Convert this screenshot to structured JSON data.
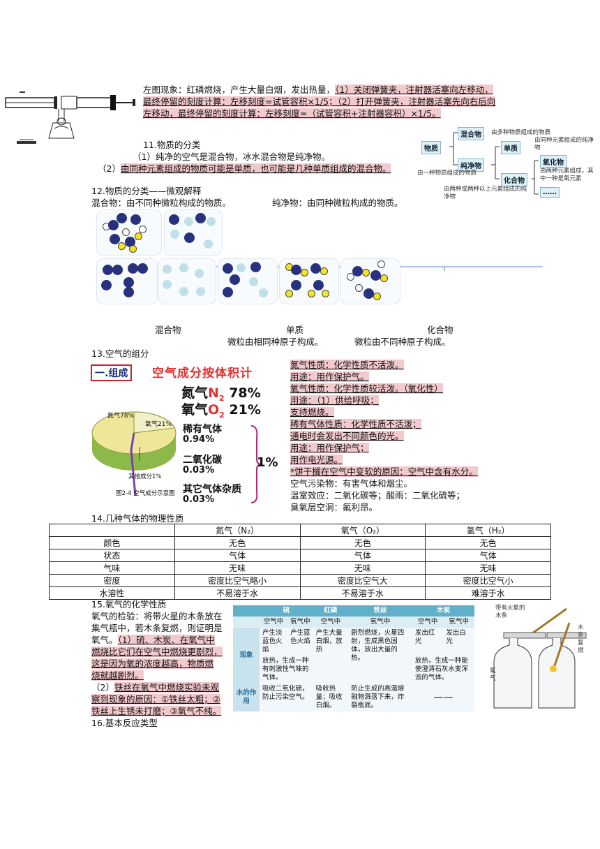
{
  "sec_top": {
    "l1_plain": "左图现象：红磷燃烧，产生大量白烟，发出热量，",
    "l1_hl": "（1）关闭弹簧夹，注射器活塞向左移动，",
    "l2": "最终停留的刻度计算：左移刻度=试管容积×1/5；（2）打开弹簧夹，注射器活塞先向右后向",
    "l3": "左移动，最终停留的刻度计算：左移刻度=（试管容积+注射器容积）×1/5。"
  },
  "s11": {
    "heading": "11.物质的分类",
    "l1": "（1）纯净的空气是混合物，冰水混合物是纯净物。",
    "l2_pre": "（2）",
    "l2_hl": "由同种元素组成的物质可能是单质，也可能是几种单质组成的混合物。"
  },
  "class_diagram": {
    "root": "物质",
    "mix": "混合物",
    "mix_note": "由多种物质组成的物质",
    "pure": "纯净物",
    "pure_note": "由一种物质组成的物质",
    "element": "单质",
    "element_note": "由同种元素组成的纯净物",
    "compound": "化合物",
    "compound_note": "由两种或两种以上元素组成的纯净物",
    "oxide": "氧化物",
    "oxide_note": "由两种元素组成，其中一种是氧元素",
    "more": "……"
  },
  "s12": {
    "heading": "12.物质的分类——微观解释",
    "mix_def": "混合物：由不同种微粒构成的物质。",
    "pure_def": "纯净物：由同种微粒构成的物质。",
    "cap_mix": "混合物",
    "cap_elem": "单质",
    "cap_comp": "化合物",
    "cap_elem2": "微粒由相同种原子构成。",
    "cap_comp2": "微粒由不同种原子构成。"
  },
  "s13": {
    "heading": "13.空气的组分",
    "fig_tag": "一.组成",
    "fig_title": "空气成分按体积计",
    "n2_name": "氮气",
    "n2_formula": "N",
    "n2_sub": "2",
    "n2_pct": "78%",
    "o2_name": "氧气",
    "o2_formula": "O",
    "o2_sub": "2",
    "o2_pct": "21%",
    "rare_name": "稀有气体",
    "rare_pct": "0.94%",
    "co2_name": "二氧化碳",
    "co2_pct": "0.03%",
    "other_name": "其它气体杂质",
    "other_pct": "0.03%",
    "brace_pct": "1%",
    "pie_n2": "氮气78%",
    "pie_o2": "氧气21%",
    "pie_other": "其他成分1%",
    "fig_caption": "图2-4  空气成分示意图",
    "notes": [
      {
        "t": "氮气性质：化学性质不活泼。",
        "hl": true
      },
      {
        "t": "用途：用作保护气。",
        "hl": true
      },
      {
        "t": "氧气性质：化学性质较活泼。（氧化性）",
        "hl": true
      },
      {
        "t": "用途：（1）供给呼吸；",
        "hl": true
      },
      {
        "t": "支持燃烧。",
        "hl": true
      },
      {
        "t": "稀有气体性质：化学性质不活泼；",
        "hl": true
      },
      {
        "t": "通电时会发出不同颜色的光。",
        "hl": true
      },
      {
        "t": "用途：用作保护气；",
        "hl": true
      },
      {
        "t": "用作电光源。",
        "hl": true
      },
      {
        "t": "*饼干搁在空气中变软的原因：空气中含有水分。",
        "hl": true
      },
      {
        "t": "空气污染物：有害气体和烟尘。",
        "hl": false
      },
      {
        "t": "温室效应：二氧化碳等；酸雨：二氧化硫等；",
        "hl": false
      },
      {
        "t": "臭氧层空洞：氟利昂。",
        "hl": false
      }
    ]
  },
  "s14": {
    "heading": "14.几种气体的物理性质",
    "cols": [
      "",
      "氮气（N₂）",
      "氧气（O₂）",
      "氢气（H₂）"
    ],
    "rows": [
      [
        "颜色",
        "无色",
        "无色",
        "无色"
      ],
      [
        "状态",
        "气体",
        "气体",
        "气体"
      ],
      [
        "气味",
        "无味",
        "无味",
        "无味"
      ],
      [
        "密度",
        "密度比空气略小",
        "密度比空气大",
        "密度比空气小"
      ],
      [
        "水溶性",
        "不易溶于水",
        "不易溶于水",
        "难溶于水"
      ]
    ]
  },
  "s15": {
    "heading": "15.氧气的化学性质",
    "lines": [
      {
        "t": "氧气的检验：将带火星的木条放在",
        "hl": false
      },
      {
        "t": "集气瓶中，若木条复燃，则证明是",
        "hl": false
      },
      {
        "p": "氧气。",
        "t": "（1）硫、木炭、在氧气中",
        "hl": true
      },
      {
        "t": "燃烧比它们在空气中燃烧更剧烈，",
        "hl": true
      },
      {
        "t": "这是因为氧的浓度越高，物质燃",
        "hl": true
      },
      {
        "t": "烧就越剧烈。",
        "hl": true
      },
      {
        "p": "（2）",
        "t": "铁丝在氧气中燃烧实验未观",
        "hl": true
      },
      {
        "t": "察到现象的原因：①铁丝太粗；②",
        "hl": true
      },
      {
        "t": "铁丝上生锈未打磨；③氧气不纯。",
        "hl": true
      }
    ],
    "table": {
      "heads": [
        "硫",
        "红磷",
        "铁丝",
        "木炭"
      ],
      "sub": [
        "空气中",
        "氧气中",
        "空气中",
        "氧气中",
        "空气中",
        "氧气中"
      ],
      "row1_label": "现象",
      "s_air": "产生淡蓝色火焰",
      "s_o2": "产生蓝色火焰",
      "s_both": "放热，生成一种有刺激性气味的气体。",
      "p_text": "产生大量白烟，放热",
      "fe_text": "剧烈燃烧，火星四射，生成黑色固体，放出大量的热。",
      "c_air": "发出红光",
      "c_o2": "发出白光",
      "c_both": "放热，生成一种能使澄清石灰水变浑浊的气体。",
      "row2_label": "水的作用",
      "s_water": "吸收二氧化硫，防止污染空气。",
      "p_water": "吸收热量；吸收白烟。",
      "fe_water": "防止生成的高温熔融物溅落下来，炸裂瓶底。",
      "c_water": "——"
    },
    "bottle_label1": "带有火星的木条",
    "bottle_label2": "木条复燃",
    "bottle_label3": "氧气"
  },
  "s16": {
    "heading": "16.基本反应类型"
  }
}
